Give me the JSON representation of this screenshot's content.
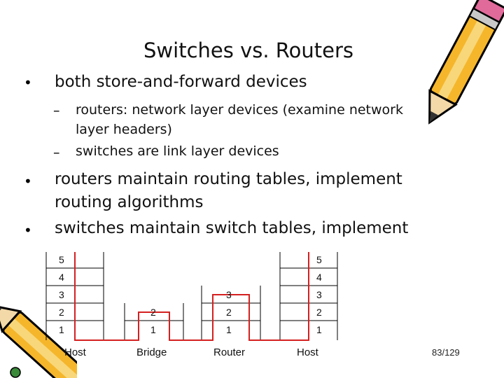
{
  "slide": {
    "title": "Switches vs. Routers",
    "bullets": [
      {
        "text": "both store-and-forward devices"
      },
      {
        "text": "routers maintain routing tables, implement"
      },
      {
        "text": "routing algorithms"
      },
      {
        "text": "switches maintain switch tables, implement"
      }
    ],
    "subbullets": [
      {
        "text": "routers: network layer devices (examine network"
      },
      {
        "text": "layer headers)"
      },
      {
        "text": "switches are link layer devices"
      }
    ],
    "bullet_char": "•",
    "dash_char": "–",
    "page_number": "83/129"
  },
  "diagram": {
    "labels": {
      "host_left": "Host",
      "bridge": "Bridge",
      "router": "Router",
      "host_right": "Host"
    },
    "host_left_layers": [
      "5",
      "4",
      "3",
      "2",
      "1"
    ],
    "host_right_layers": [
      "5",
      "4",
      "3",
      "2",
      "1"
    ],
    "bridge_layers": [
      "2",
      "1"
    ],
    "router_layers": [
      "3",
      "2",
      "1"
    ],
    "path_color": "#d42020"
  },
  "icons": [
    "pencil-icon",
    "pencil-icon"
  ]
}
